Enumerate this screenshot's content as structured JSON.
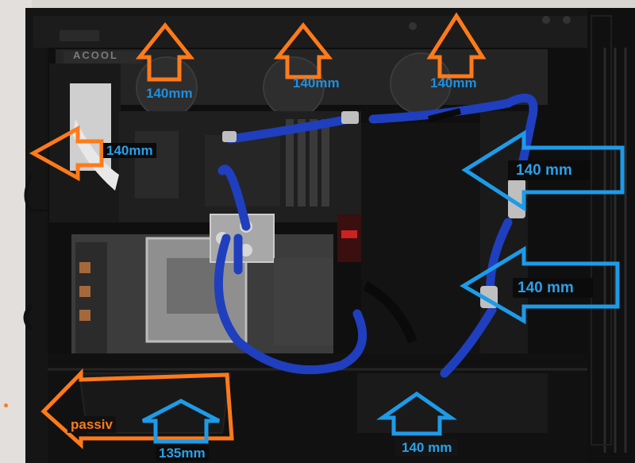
{
  "brand": "ALPHACOOL",
  "brand_display": "ACOOL",
  "colors": {
    "intake": "#1e9be8",
    "exhaust": "#ff7a1a",
    "tubing": "#1f3fbf",
    "case": "#141414"
  },
  "labels": {
    "top_left": "140mm",
    "top_middle": "140mm",
    "top_right": "140mm",
    "rear": "140mm",
    "front_top": "140 mm",
    "front_middle": "140 mm",
    "bottom_left": "135mm",
    "bottom_right": "140 mm",
    "passive": "passiv"
  },
  "icons": [
    "exhaust-arrow-up",
    "exhaust-arrow-left",
    "intake-arrow-left",
    "intake-arrow-up"
  ]
}
